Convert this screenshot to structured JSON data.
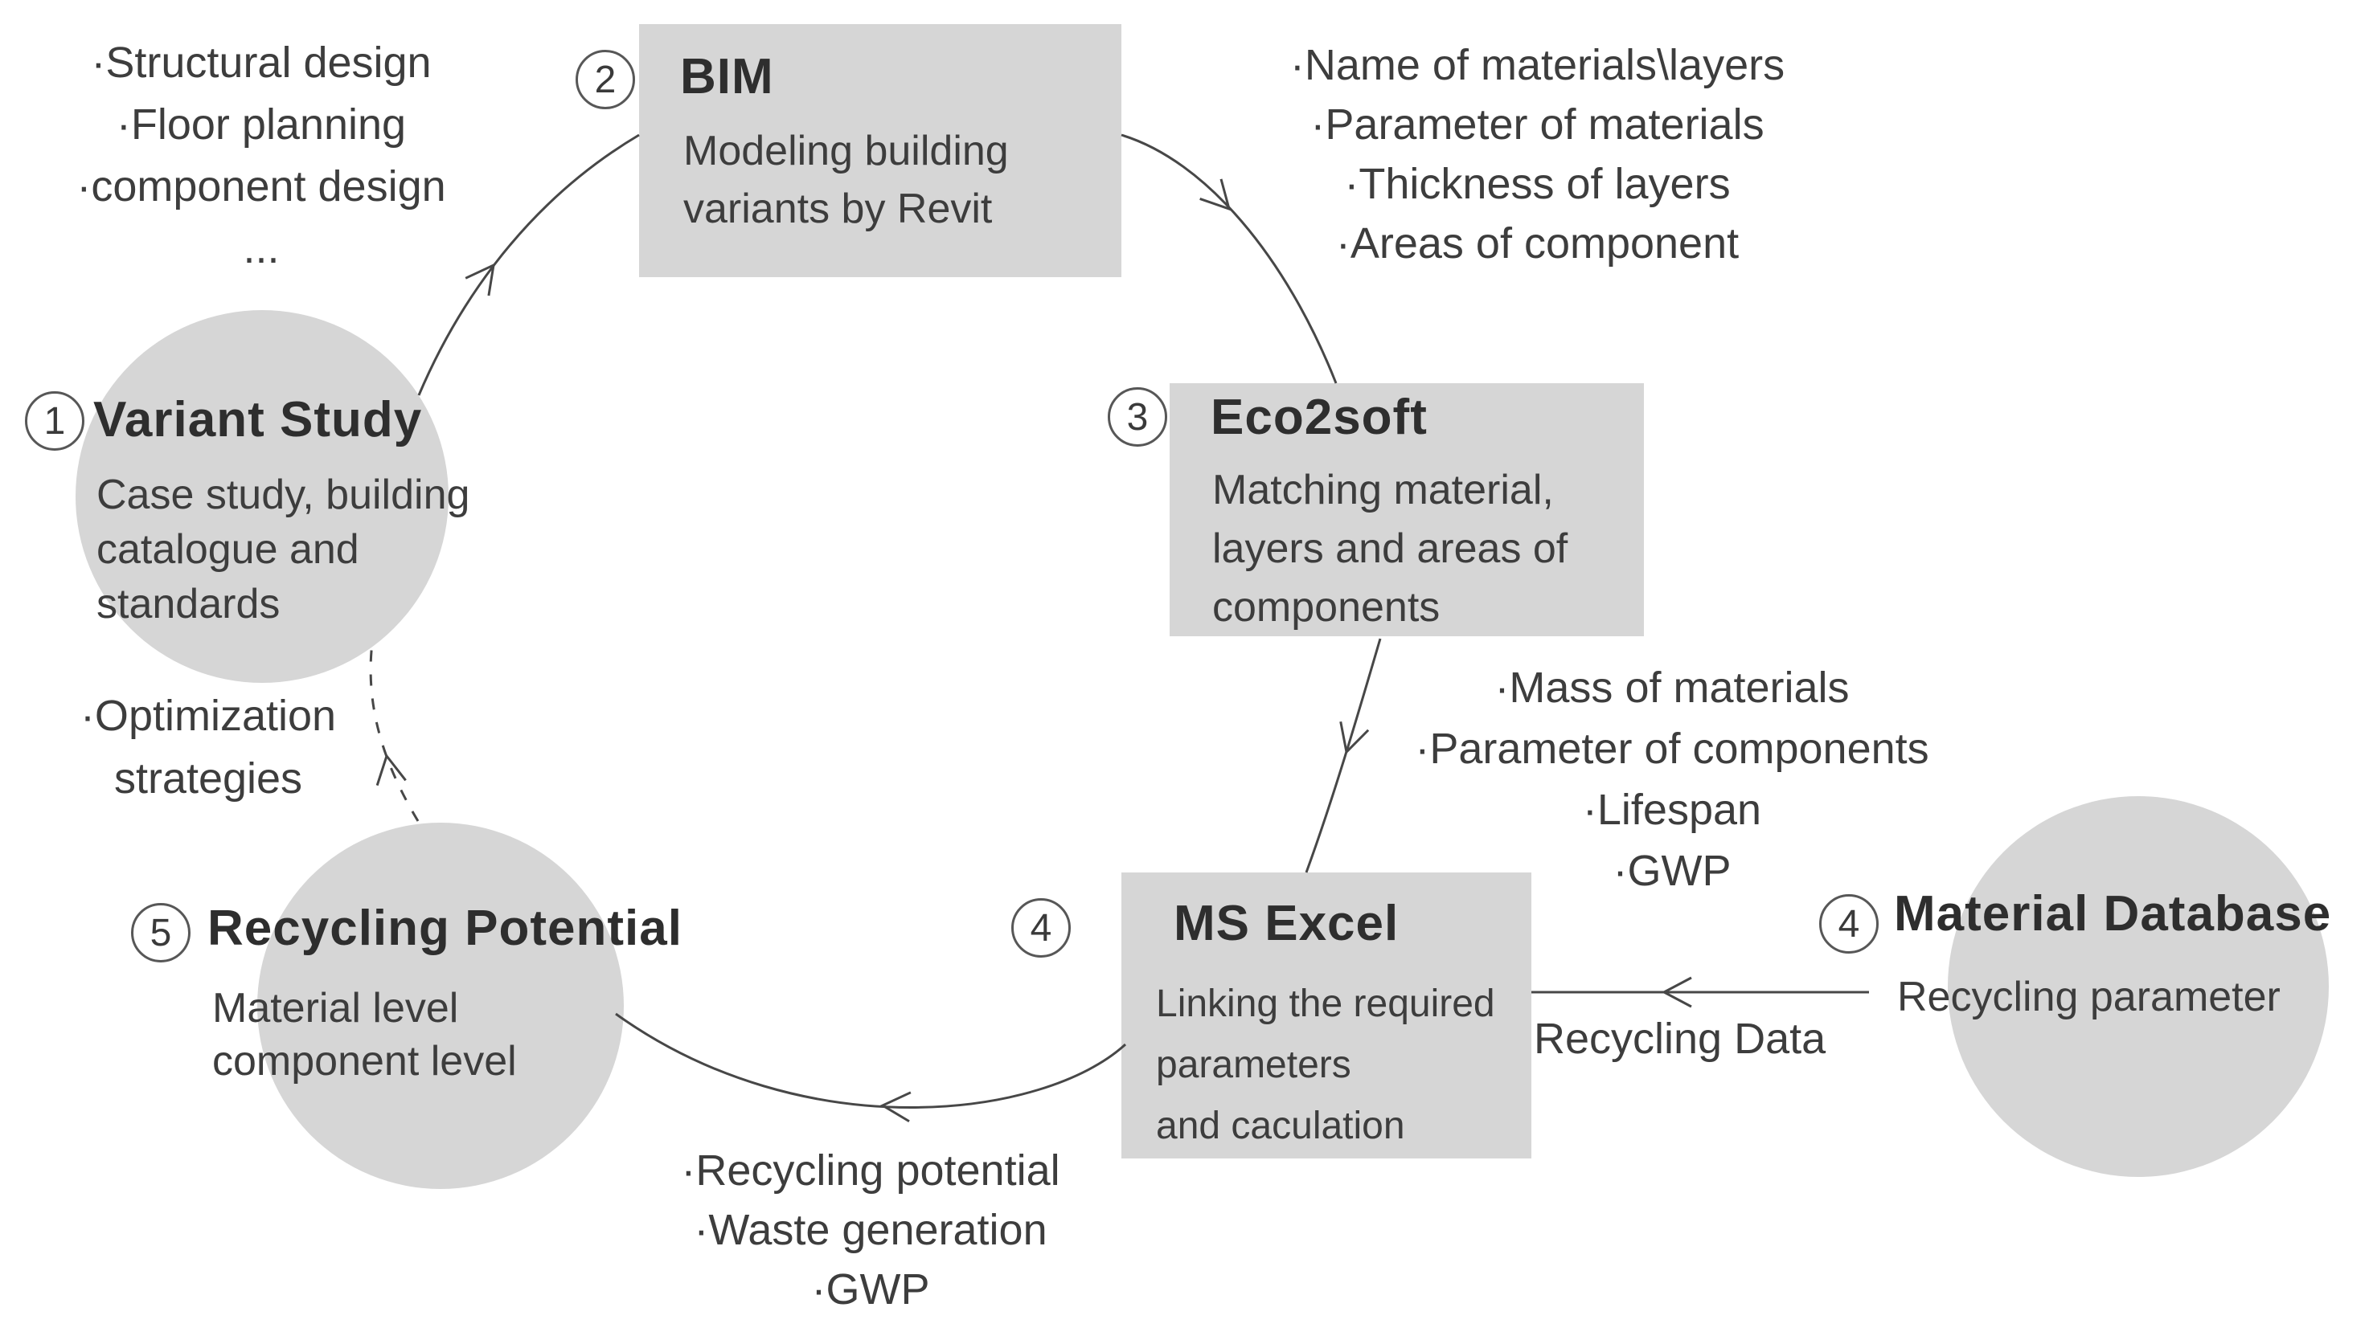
{
  "colors": {
    "shape_fill": "#d6d6d6",
    "text": "#3d3d3d",
    "title_text": "#2e2e2e",
    "line": "#474747"
  },
  "nodes": {
    "variant_study": {
      "number": "1",
      "title": "Variant Study",
      "lines": [
        "Case study, building",
        "catalogue and",
        "standards"
      ]
    },
    "bim": {
      "number": "2",
      "title": "BIM",
      "lines": [
        "Modeling building",
        "variants by Revit"
      ]
    },
    "eco2soft": {
      "number": "3",
      "title": "Eco2soft",
      "lines": [
        "Matching material,",
        "layers and areas of",
        "components"
      ]
    },
    "ms_excel": {
      "number": "4",
      "title": "MS Excel",
      "lines": [
        "Linking the required",
        "parameters",
        "and caculation"
      ]
    },
    "material_database": {
      "number": "4",
      "title": "Material Database",
      "lines": [
        "Recycling parameter"
      ]
    },
    "recycling_potential": {
      "number": "5",
      "title": "Recycling Potential",
      "lines": [
        "Material level",
        "component level"
      ]
    }
  },
  "annotations": {
    "variant_inputs": {
      "lines": [
        "·Structural design",
        "·Floor planning",
        "·component design",
        "..."
      ]
    },
    "bim_outputs": {
      "lines": [
        "·Name of materials\\layers",
        "·Parameter of materials",
        "·Thickness of layers",
        "·Areas of component"
      ]
    },
    "eco2soft_outputs": {
      "lines": [
        "·Mass of materials",
        "·Parameter of components",
        "·Lifespan",
        "·GWP"
      ]
    },
    "excel_outputs": {
      "lines": [
        "·Recycling potential",
        "·Waste generation",
        "·GWP"
      ]
    },
    "optimization": {
      "lines": [
        "·Optimization",
        "strategies"
      ]
    },
    "recycling_data": {
      "label": "Recycling Data"
    }
  }
}
